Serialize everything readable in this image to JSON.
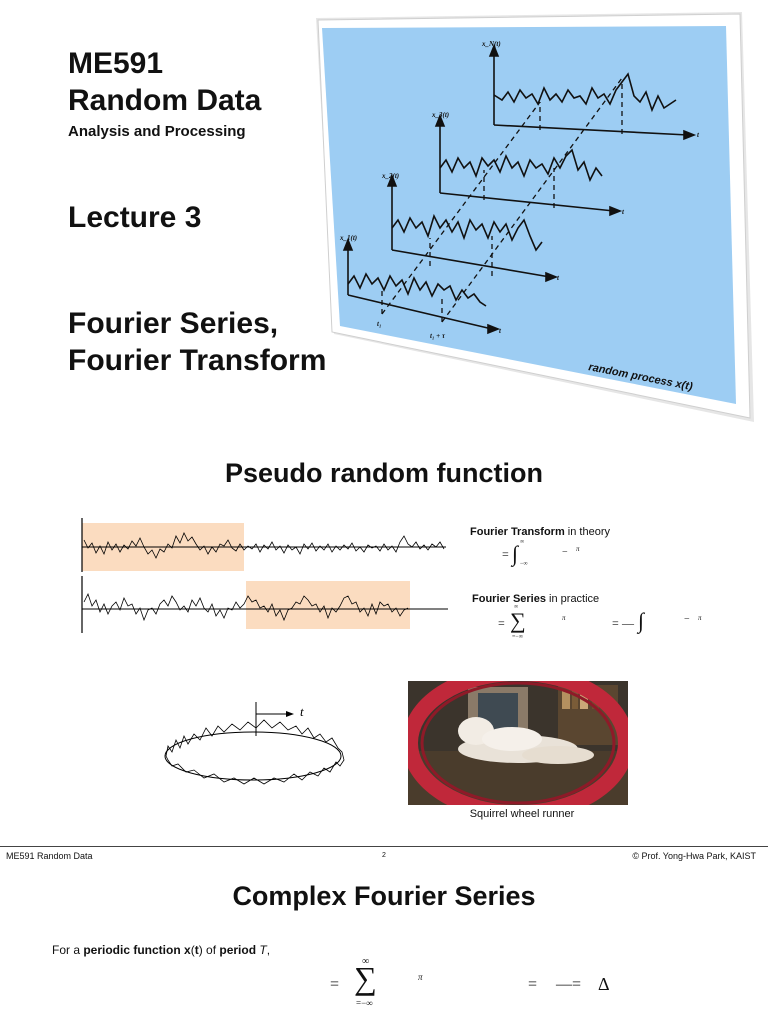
{
  "slide1": {
    "course_code": "ME591",
    "course_title": "Random Data",
    "course_subtitle": "Analysis and Processing",
    "lecture": "Lecture 3",
    "topic_line1": "Fourier Series,",
    "topic_line2": "Fourier Transform",
    "figure": {
      "y_labels": [
        "x_N(t)",
        "x_3(t)",
        "x_2(t)",
        "x_1(t)"
      ],
      "axis_label": "t",
      "t1_label": "t₁",
      "t1_tau_label": "t₁ + τ",
      "caption": "random process x(t)",
      "background_color": "#9dcdf3"
    }
  },
  "slide2": {
    "title": "Pseudo random function",
    "fourier_transform": {
      "label_bold": "Fourier Transform",
      "label_rest": " in theory",
      "eq_equals": "=",
      "eq_lower": "−∞",
      "eq_upper": "∞",
      "eq_minus": "−",
      "eq_pi": "π"
    },
    "fourier_series": {
      "label_bold": "Fourier Series",
      "label_rest": " in practice",
      "eq_equals": "=",
      "eq_sum": "∑",
      "eq_upper": "∞",
      "eq_lower": "=−∞",
      "eq_pi": "π",
      "eq2_equals": "=",
      "eq2_dash": "—",
      "eq2_int": "∫",
      "eq2_minus": "−",
      "eq2_pi": "π"
    },
    "ring_axis_label": "t",
    "video_caption": "Squirrel wheel runner",
    "highlight_color": "#fbdcc0",
    "footer": {
      "left": "ME591 Random Data",
      "center": "2",
      "right": "© Prof. Yong-Hwa Park, KAIST"
    }
  },
  "slide3": {
    "title": "Complex Fourier Series",
    "intro": {
      "p1": "For a ",
      "b1": "periodic function x",
      "p2": "(",
      "b2": "t",
      "p3": ") of ",
      "b3": "period",
      "p4": " ",
      "i1": "T",
      "p5": ","
    },
    "eq": {
      "equals1": "=",
      "sum": "∑",
      "upper": "∞",
      "lower": "=−∞",
      "pi": "π",
      "equals2": "=",
      "dash_eq": "—=",
      "delta": "Δ"
    }
  }
}
